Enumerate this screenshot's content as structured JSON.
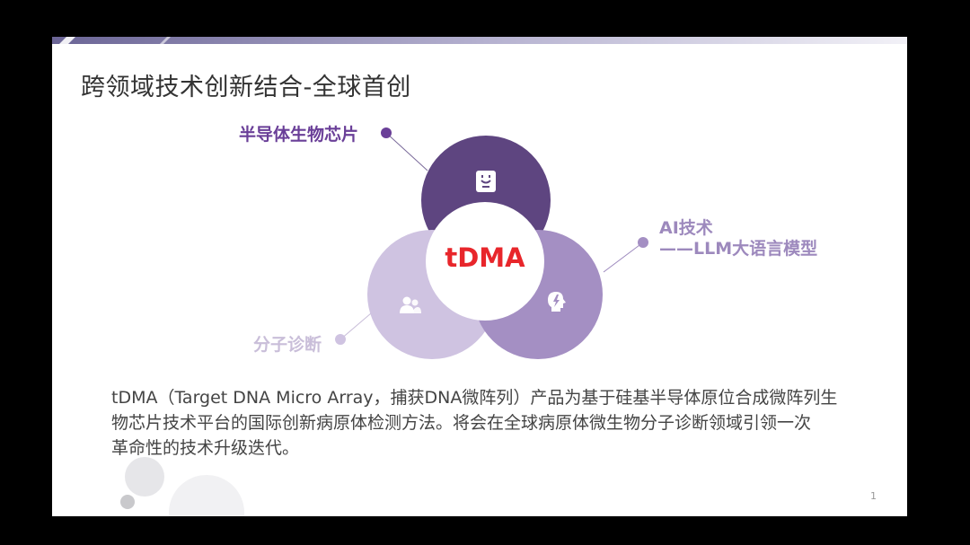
{
  "slide": {
    "title": "跨领域技术创新结合-全球首创",
    "page_number": "1"
  },
  "venn": {
    "center_label": "tDMA",
    "label_chip": "半导体生物芯片",
    "label_ai_line1": "AI技术",
    "label_ai_line2": "——LLM大语言模型",
    "label_molecular": "分子诊断",
    "icon_chip": "chip-icon",
    "icon_ai": "brain-lightning-icon",
    "icon_molecular": "people-icon"
  },
  "description": {
    "line1": "tDMA（Target DNA Micro Array，捕获DNA微阵列）产品为基于硅基半导体原位合成微阵列生",
    "line2": "物芯片技术平台的国际创新病原体检测方法。将会在全球病原体微生物分子诊断领域引领一次",
    "line3": "革命性的技术升级迭代。"
  },
  "colors": {
    "circle_top": "#5e4580",
    "circle_right": "#a48fc3",
    "circle_left": "#cfc3e1",
    "center_text": "#e8262b",
    "chip_label": "#6a3f98",
    "ai_label": "#9d89bd",
    "molecular_label": "#c9bed9"
  }
}
